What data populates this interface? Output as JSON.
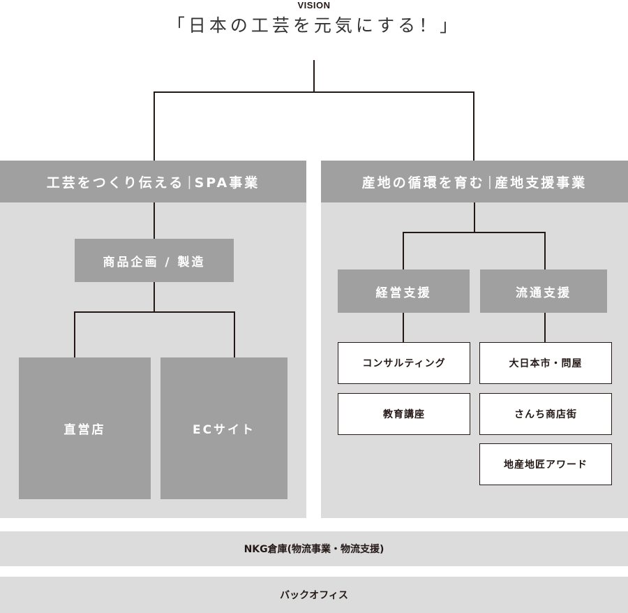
{
  "vision": {
    "label": "VISION",
    "title": "「日本の工芸を元気にする！」"
  },
  "colors": {
    "header_gray": "#a0a0a0",
    "panel_gray": "#dcdcdc",
    "line": "#231815",
    "box_white": "#ffffff"
  },
  "divisions": [
    {
      "tagline": "工芸をつくり伝える",
      "separator": "|",
      "name": "SPA事業",
      "function": "商品企画 / 製造",
      "channels": [
        "直営店",
        "ECサイト"
      ]
    },
    {
      "tagline": "産地の循環を育む",
      "separator": "|",
      "name": "産地支援事業",
      "groups": [
        {
          "label": "経営支援",
          "items": [
            "コンサルティング",
            "教育講座"
          ]
        },
        {
          "label": "流通支援",
          "items": [
            "大日本市・問屋",
            "さんち商店街",
            "地産地匠アワード"
          ]
        }
      ]
    }
  ],
  "foundation": [
    "NKG倉庫(物流事業・物流支援)",
    "バックオフィス"
  ]
}
